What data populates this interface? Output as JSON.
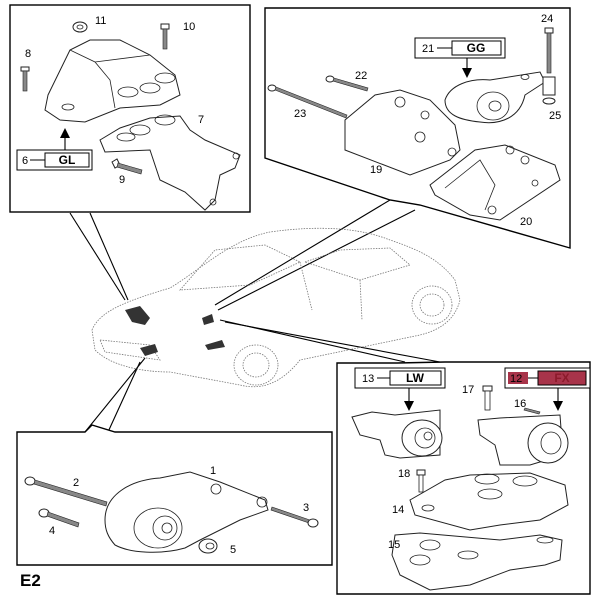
{
  "figure_label": "E2",
  "panels": {
    "front_mount": {
      "callout": {
        "number": "6",
        "code": "GL"
      },
      "labels": [
        "7",
        "8",
        "9",
        "10",
        "11"
      ]
    },
    "rear_mount": {
      "callout": {
        "number": "21",
        "code": "GG"
      },
      "labels": [
        "19",
        "20",
        "22",
        "23",
        "24",
        "25"
      ]
    },
    "transmission_mount": {
      "callout_lw": {
        "number": "13",
        "code": "LW"
      },
      "callout_fx": {
        "number": "12",
        "code": "FX",
        "highlighted": true
      },
      "labels": [
        "14",
        "15",
        "16",
        "17",
        "18"
      ]
    },
    "torque_rod": {
      "labels": [
        "1",
        "2",
        "3",
        "4",
        "5"
      ]
    }
  },
  "colors": {
    "highlight": "#a8344a",
    "line": "#000000"
  }
}
